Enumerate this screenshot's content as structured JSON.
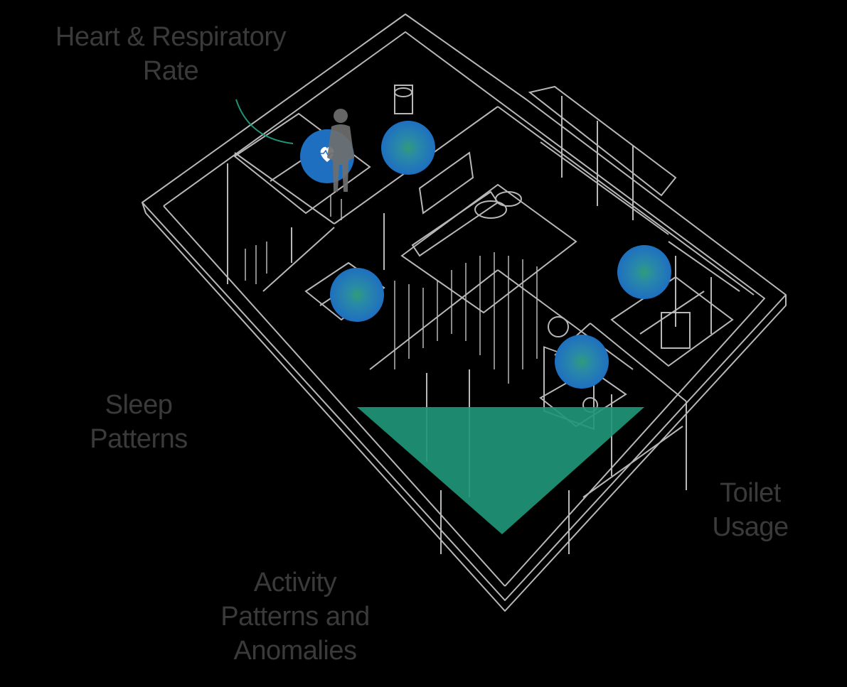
{
  "labels": {
    "heart": {
      "line1": "Heart & Respiratory",
      "line2": "Rate"
    },
    "sleep": {
      "line1": "Sleep",
      "line2": "Patterns"
    },
    "activity": {
      "line1": "Activity",
      "line2": "Patterns and",
      "line3": "Anomalies"
    },
    "toilet": {
      "line1": "Toilet",
      "line2": "Usage"
    }
  },
  "colors": {
    "background": "#000000",
    "linework": "#b8b8b8",
    "label_text": "#3a3a3a",
    "sensor_blue": "#1e6fc0",
    "sensor_core": "#2f9c7a",
    "coverage_green": "#1f9678",
    "pointer_line": "#1f9678"
  },
  "icons": {
    "person": "standing-person-silhouette",
    "heart": "heart-pulse-icon"
  }
}
